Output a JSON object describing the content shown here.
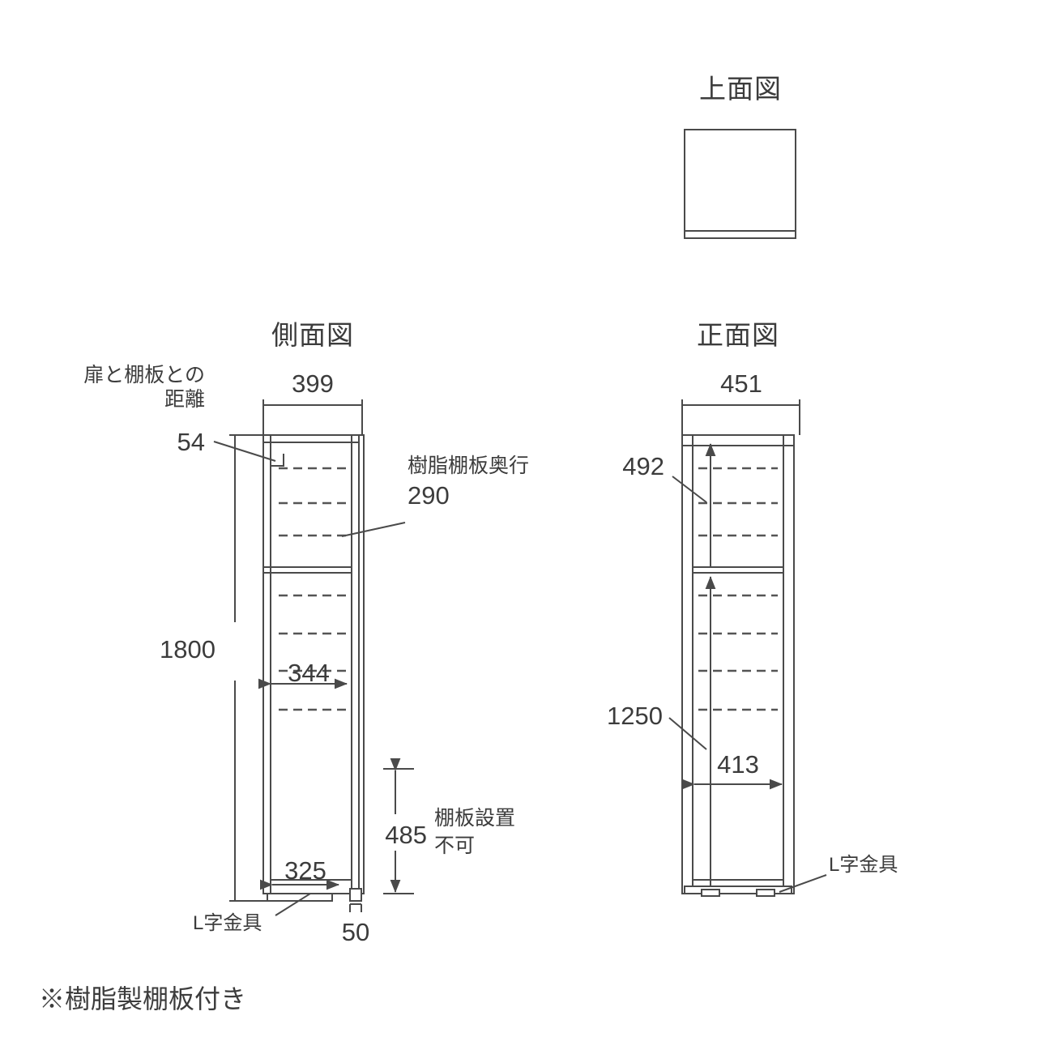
{
  "views": {
    "top": {
      "title": "上面図"
    },
    "side": {
      "title": "側面図"
    },
    "front": {
      "title": "正面図"
    }
  },
  "labels": {
    "door_shelf_distance_line1": "扉と棚板との",
    "door_shelf_distance_line2": "距離",
    "door_shelf_distance_value": "54",
    "resin_shelf_depth_line1": "樹脂棚板奥行",
    "resin_shelf_depth_value": "290",
    "side_width": "399",
    "side_height": "1800",
    "side_inner_width": "344",
    "side_bottom_inner": "325",
    "side_foot": "50",
    "no_shelf_line1": "棚板設置",
    "no_shelf_line2": "不可",
    "no_shelf_value": "485",
    "l_bracket_side": "L字金具",
    "front_width": "451",
    "front_upper_height": "492",
    "front_lower_height": "1250",
    "front_inner_width": "413",
    "l_bracket_front": "L字金具",
    "footnote": "※樹脂製棚板付き"
  },
  "chart_data": {
    "type": "diagram",
    "title": "収納キャビネット 寸法図",
    "units": "mm",
    "views": [
      {
        "name": "上面図",
        "shape": "rectangle",
        "dimensions": {}
      },
      {
        "name": "側面図",
        "dimensions": {
          "外寸奥行": 399,
          "高さ": 1800,
          "内寸奥行": 344,
          "下部内寸奥行": 325,
          "扉と棚板との距離": 54,
          "樹脂棚板奥行": 290,
          "脚高さ": 50,
          "棚板設置不可高さ": 485
        }
      },
      {
        "name": "正面図",
        "dimensions": {
          "外寸幅": 451,
          "上段高さ": 492,
          "下段高さ": 1250,
          "内寸幅": 413
        }
      }
    ],
    "annotations": [
      "L字金具",
      "樹脂棚板奥行",
      "棚板設置不可",
      "※樹脂製棚板付き"
    ]
  },
  "colors": {
    "line": "#4a4a4a",
    "text": "#3c3c3c",
    "fill": "#ffffff",
    "shelf_dashed": "#555555"
  }
}
